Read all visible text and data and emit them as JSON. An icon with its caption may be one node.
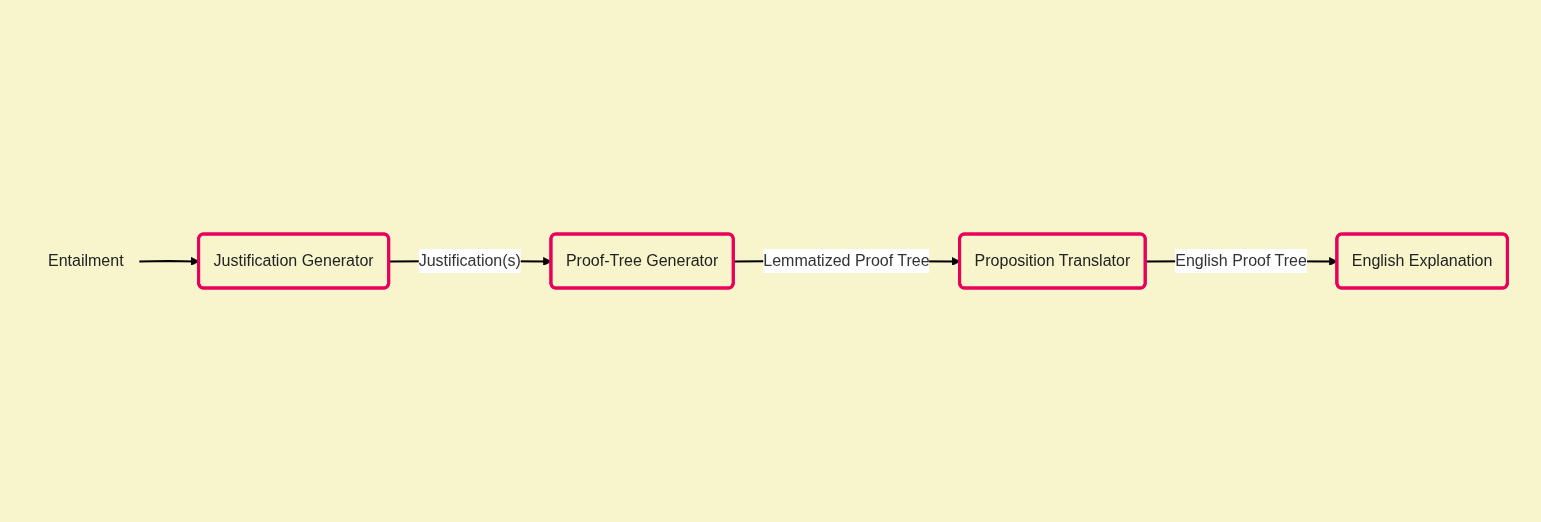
{
  "diagram": {
    "nodes": [
      {
        "text": [
          "Entailment"
        ]
      },
      {
        "text": [
          "Justification Generator"
        ]
      },
      {
        "text": [
          "Proof-Tree Generator"
        ]
      },
      {
        "text": [
          "Proposition Translator"
        ]
      },
      {
        "text": [
          "English Explanation"
        ]
      }
    ],
    "edges": [
      {
        "from": 0,
        "to": 1,
        "arrow": "to"
      },
      {
        "from": 1,
        "to": 2,
        "arrow": "to",
        "label": "Justification(s)"
      },
      {
        "from": 2,
        "to": 3,
        "arrow": "to",
        "label": "Lemmatized Proof Tree"
      },
      {
        "from": 3,
        "to": 4,
        "arrow": "to",
        "label": "English Proof Tree"
      }
    ]
  }
}
